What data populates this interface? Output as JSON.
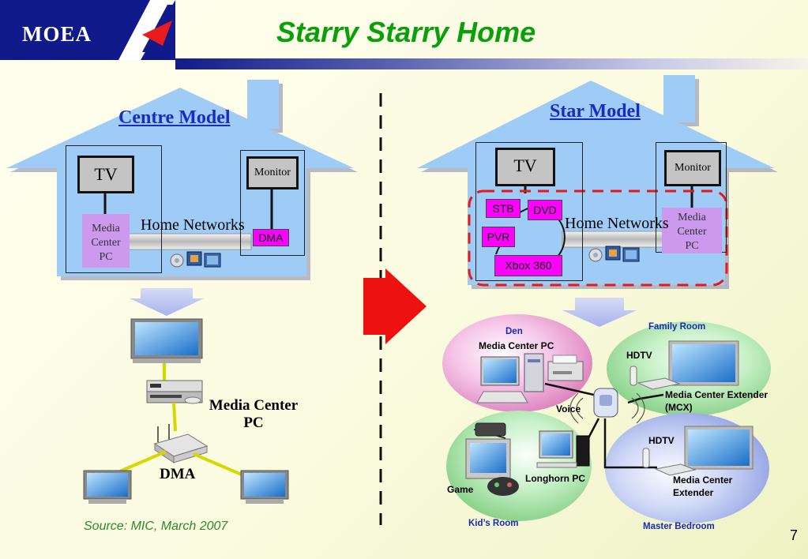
{
  "header": {
    "logo_text": "MOEA",
    "title": "Starry Starry Home"
  },
  "left": {
    "model_title": "Centre Model",
    "tv": "TV",
    "monitor": "Monitor",
    "media_center": [
      "Media",
      "Center",
      "PC"
    ],
    "home_networks": "Home  Networks",
    "dma_box": "DMA",
    "media_center_pc_label": [
      "Media Center",
      "PC"
    ],
    "dma_label": "DMA"
  },
  "right": {
    "model_title": "Star Model",
    "tv": "TV",
    "monitor": "Monitor",
    "media_center": [
      "Media",
      "Center",
      "PC"
    ],
    "home_networks": "Home Networks",
    "stb": "STB",
    "dvd": "DVD",
    "pvr": "PVR",
    "xbox": "Xbox 360"
  },
  "rooms": {
    "den": "Den",
    "den_pc": "Media Center PC",
    "family_room": "Family Room",
    "hdtv_1": "HDTV",
    "mcx": [
      "Media Center Extender",
      "(MCX)"
    ],
    "voice": "Voice",
    "hdtv_2": "HDTV",
    "extender": [
      "Media Center",
      "Extender"
    ],
    "game": "Game",
    "longhorn_pc": "Longhorn PC",
    "kids_room": "Kid’s Room",
    "master_bedroom": "Master Bedroom"
  },
  "footer": {
    "source": "Source: MIC, March 2007",
    "page_number": "7"
  },
  "colors": {
    "title_green": "#0aa00a",
    "logo_blue": "#101a8a",
    "house_blue": "#9fccf6",
    "model_title_blue": "#1a2bc4",
    "media_center_purple": "#cc99ee",
    "device_magenta": "#ff00ff",
    "arrow_red": "#ee1111",
    "dash_red": "#e81818"
  },
  "icons": [
    "moea-logo-mark",
    "media-thumbnails-icon",
    "lcd-tv-icon",
    "media-center-pc-icon",
    "router-icon",
    "voice-hub-icon",
    "xbox-icon",
    "printer-icon"
  ]
}
